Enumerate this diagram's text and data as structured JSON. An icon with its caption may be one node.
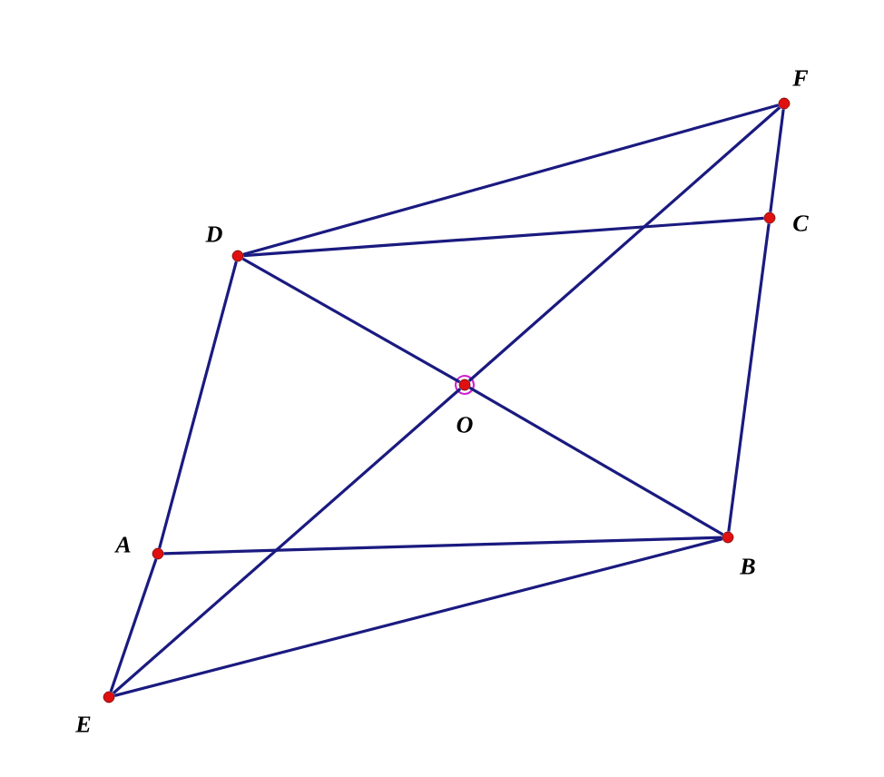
{
  "diagram": {
    "nodes": [
      {
        "text": [
          "F"
        ]
      },
      {
        "text": [
          "D"
        ]
      },
      {
        "text": [
          "C"
        ]
      },
      {
        "text": [
          "O"
        ]
      },
      {
        "text": [
          "A"
        ]
      },
      {
        "text": [
          "B"
        ]
      },
      {
        "text": [
          "E"
        ]
      }
    ],
    "edges": [
      {
        "from": 1,
        "to": 0,
        "arrow": "none"
      },
      {
        "from": 1,
        "to": 2,
        "arrow": "none"
      },
      {
        "from": 0,
        "to": 2,
        "arrow": "none"
      },
      {
        "from": 2,
        "to": 5,
        "arrow": "none"
      },
      {
        "from": 1,
        "to": 3,
        "arrow": "none"
      },
      {
        "from": 3,
        "to": 5,
        "arrow": "none"
      },
      {
        "from": 6,
        "to": 3,
        "arrow": "none"
      },
      {
        "from": 3,
        "to": 0,
        "arrow": "none"
      },
      {
        "from": 1,
        "to": 4,
        "arrow": "none"
      },
      {
        "from": 4,
        "to": 6,
        "arrow": "none"
      },
      {
        "from": 4,
        "to": 5,
        "arrow": "none"
      },
      {
        "from": 6,
        "to": 5,
        "arrow": "none"
      }
    ]
  }
}
